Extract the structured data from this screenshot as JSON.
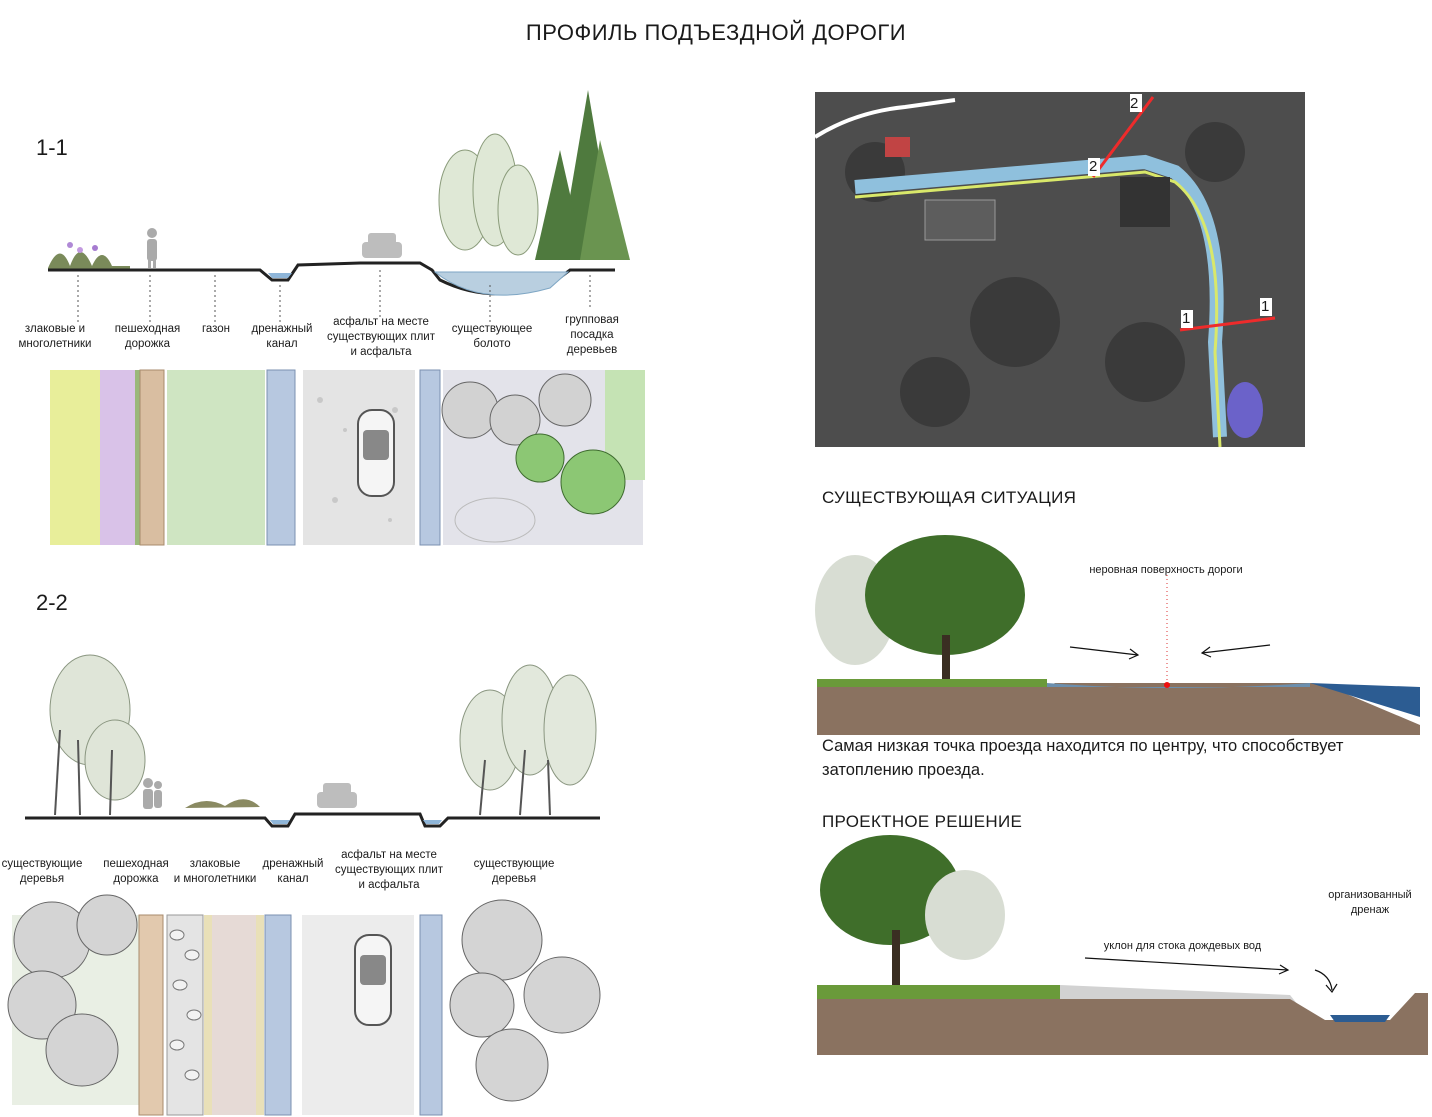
{
  "title": "ПРОФИЛЬ ПОДЪЕЗДНОЙ ДОРОГИ",
  "section1": {
    "number": "1-1",
    "labels": [
      "злаковые и\nмноголетники",
      "пешеходная\nдорожка",
      "газон",
      "дренажный\nканал",
      "асфальт на месте\nсуществующих плит\nи асфальта",
      "существующее\nболото",
      "групповая\nпосадка\nдеревьев"
    ]
  },
  "section2": {
    "number": "2-2",
    "labels": [
      "существующие\nдеревья",
      "пешеходная\nдорожка",
      "злаковые\nи многолетники",
      "дренажный\nканал",
      "асфальт на месте\nсуществующих плит\nи асфальта",
      "существующие\nдеревья"
    ]
  },
  "map": {
    "markers": [
      "2",
      "2",
      "1",
      "1"
    ]
  },
  "existing": {
    "heading": "СУЩЕСТВУЮЩАЯ СИТУАЦИЯ",
    "annotation": "неровная поверхность дороги",
    "description": "Самая низкая точка проезда находится по центру, что способствует\nзатоплению проезда."
  },
  "proposed": {
    "heading": "ПРОЕКТНОЕ РЕШЕНИЕ",
    "slope_label": "уклон для стока дождевых вод",
    "drain_label": "организованный\nдренаж"
  }
}
